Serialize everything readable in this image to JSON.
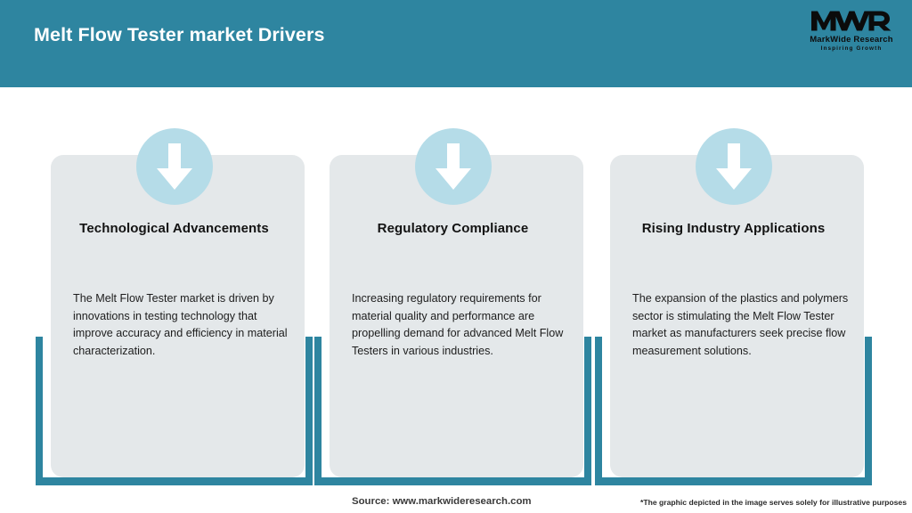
{
  "header": {
    "title": "Melt Flow Tester market Drivers",
    "background_color": "#2e85a0",
    "title_color": "#ffffff"
  },
  "logo": {
    "mark": "MWR",
    "name": "MarkWide Research",
    "tagline": "Inspiring Growth",
    "icon": "mwr-logo-icon"
  },
  "cards": [
    {
      "icon": "down-arrow-icon",
      "title": "Technological Advancements",
      "body": "The Melt Flow Tester market is driven by innovations in testing technology that improve accuracy and efficiency in material characterization."
    },
    {
      "icon": "down-arrow-icon",
      "title": "Regulatory Compliance",
      "body": "Increasing regulatory requirements for material quality and performance are propelling demand for advanced Melt Flow Testers in various industries."
    },
    {
      "icon": "down-arrow-icon",
      "title": "Rising Industry Applications",
      "body": "The expansion of the plastics and polymers sector is stimulating the Melt Flow Tester market as manufacturers seek precise flow measurement solutions."
    }
  ],
  "footer": {
    "source": "Source: www.markwideresearch.com",
    "disclaimer": "*The graphic depicted in the image serves solely for illustrative purposes"
  },
  "colors": {
    "teal": "#2e85a0",
    "badge_blue": "#b5dce8",
    "panel_gray": "#e4e8ea",
    "page_background": "#ffffff"
  }
}
